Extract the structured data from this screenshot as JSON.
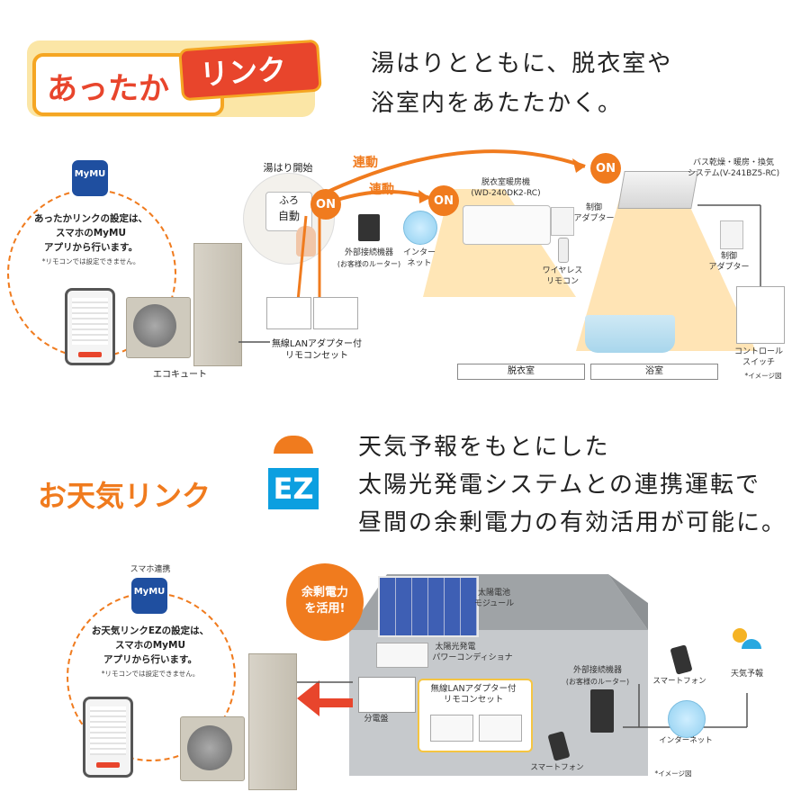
{
  "top": {
    "logo": {
      "text_main": "あったか",
      "text_accent": "リンク"
    },
    "headline": [
      "湯はりとともに、脱衣室や",
      "浴室内をあたたかく。"
    ],
    "phone_bubble": {
      "app_badge": "MyMU",
      "lines": [
        "あったかリンクの設定は、",
        "スマホのMyMU",
        "アプリから行います。"
      ],
      "note": "*リモコンでは設定できません。"
    },
    "labels": {
      "start_fill": "湯はり開始",
      "button_text_1": "ふろ",
      "button_text_2": "自動",
      "link_1": "連動",
      "link_2": "連動",
      "on": "ON",
      "heater": [
        "脱衣室暖房機",
        "(WD-240DK2-RC)"
      ],
      "bath_system": [
        "バス乾燥・暖房・換気",
        "システム(V-241BZ5-RC)"
      ],
      "control_adapter": [
        "制御",
        "アダプター"
      ],
      "control_adapter_2": [
        "制御",
        "アダプター"
      ],
      "wireless_remote": [
        "ワイヤレス",
        "リモコン"
      ],
      "router": [
        "外部接続機器",
        "(お客様のルーター)"
      ],
      "internet": [
        "インター",
        "ネット"
      ],
      "lan_remote": [
        "無線LANアダプター付",
        "リモコンセット"
      ],
      "ecocute": "エコキュート",
      "control_switch": [
        "コントロール",
        "スイッチ"
      ],
      "image_note": "*イメージ図",
      "room_1": "脱衣室",
      "room_2": "浴室"
    }
  },
  "bottom": {
    "logo": {
      "text": "お天気リンク",
      "badge": "EZ"
    },
    "headline": [
      "天気予報をもとにした",
      "太陽光発電システムとの連携運転で",
      "昼間の余剰電力の有効活用が可能に。"
    ],
    "phone_bubble": {
      "tag": "スマホ連携",
      "app_badge": "MyMU",
      "lines": [
        "お天気リンクEZの設定は、",
        "スマホのMyMU",
        "アプリから行います。"
      ],
      "note": "*リモコンでは設定できません。"
    },
    "labels": {
      "surplus": [
        "余剰電力",
        "を活用!"
      ],
      "solar_module": [
        "太陽電池",
        "モジュール"
      ],
      "power_conditioner": [
        "太陽光発電",
        "パワーコンディショナ"
      ],
      "breaker": "分電盤",
      "lan_remote": [
        "無線LANアダプター付",
        "リモコンセット"
      ],
      "router": [
        "外部接続機器",
        "(お客様のルーター)"
      ],
      "smartphone_1": "スマートフォン",
      "smartphone_2": "スマートフォン",
      "weather": "天気予報",
      "internet": "インターネット",
      "image_note": "*イメージ図"
    }
  },
  "colors": {
    "orange": "#f07b1e",
    "red": "#e8452c",
    "logo_frame": "#f5a623",
    "app_blue": "#1f4fa0"
  }
}
